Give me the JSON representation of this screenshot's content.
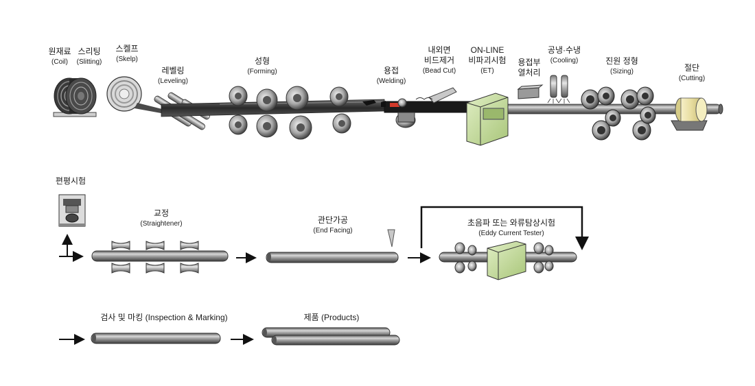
{
  "labels": {
    "coil": {
      "ko": "원재료",
      "en": "(Coil)"
    },
    "slitting": {
      "ko": "스리팅",
      "en": "(Slitting)"
    },
    "skelp": {
      "ko": "스켈프",
      "en": "(Skelp)"
    },
    "leveling": {
      "ko": "레벨링",
      "en": "(Leveling)"
    },
    "forming": {
      "ko": "성형",
      "en": "(Forming)"
    },
    "welding": {
      "ko": "용접",
      "en": "(Welding)"
    },
    "bead_cut": {
      "ko1": "내외면",
      "ko2": "비드제거",
      "en": "(Bead Cut)"
    },
    "et": {
      "ko1": "ON-LINE",
      "ko2": "비파괴시험",
      "en": "(ET)"
    },
    "heat": {
      "ko1": "용접부",
      "ko2": "열처리"
    },
    "cooling": {
      "ko": "공냉·수냉",
      "en": "(Cooling)"
    },
    "sizing": {
      "ko": "진원 정형",
      "en": "(Sizing)"
    },
    "cutting": {
      "ko": "절단",
      "en": "(Cutting)"
    },
    "flattening": {
      "ko": "편평시험"
    },
    "straightener": {
      "ko": "교정",
      "en": "(Straightener)"
    },
    "end_facing": {
      "ko": "관단가공",
      "en": "(End Facing)"
    },
    "eddy": {
      "ko": "초음파 또는 와류탐상시험",
      "en": "(Eddy Current Tester)"
    },
    "inspection": {
      "text": "검사 및 마킹 (Inspection & Marking)"
    },
    "products": {
      "text": "제품 (Products)"
    }
  },
  "colors": {
    "pipe": "#8a8a8a",
    "pipe_dark": "#2e2e2e",
    "roller": "#9a9a9a",
    "tester_green": "#c8dea0",
    "cutter_yellow": "#eee6b4",
    "weld_red": "#d23a2a"
  }
}
